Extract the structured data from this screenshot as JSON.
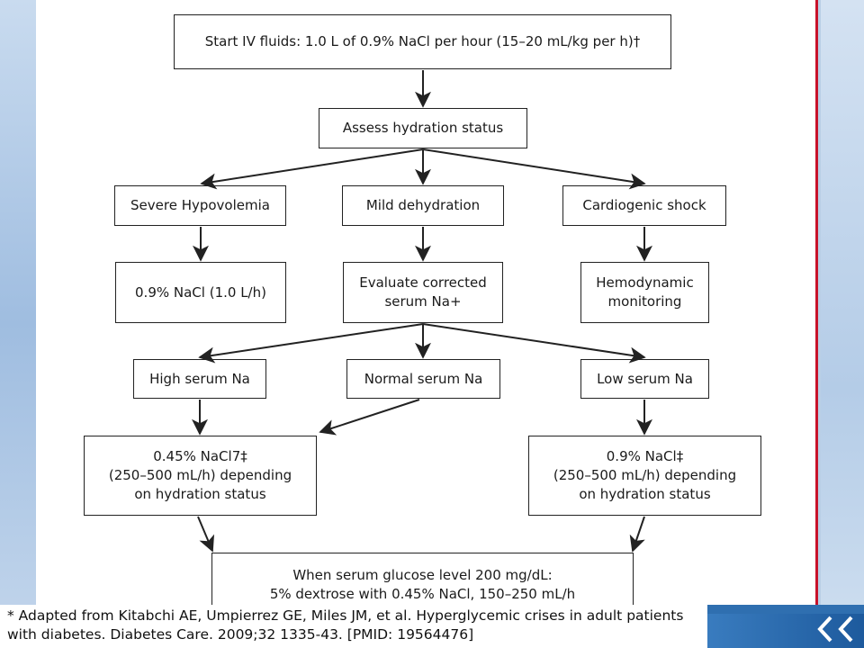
{
  "flowchart": {
    "start": "Start IV fluids: 1.0 L of 0.9% NaCl per hour (15–20 mL/kg per h)†",
    "assess": "Assess hydration status",
    "severe": "Severe Hypovolemia",
    "mild": "Mild dehydration",
    "cardio": "Cardiogenic shock",
    "nacl_1l": "0.9% NaCl (1.0 L/h)",
    "evaluate": "Evaluate corrected\nserum Na+",
    "hemo": "Hemodynamic\nmonitoring",
    "high_na": "High serum Na",
    "normal_na": "Normal serum Na",
    "low_na": "Low serum Na",
    "half_nacl": "0.45% NaCl7‡\n(250–500 mL/h) depending\non hydration status",
    "full_nacl": "0.9% NaCl‡\n(250–500 mL/h) depending\non hydration status",
    "glucose": "When serum glucose level 200 mg/dL:\n5% dextrose with 0.45% NaCl, 150–250 mL/h"
  },
  "footnote": {
    "line1": "* Adapted from Kitabchi AE, Umpierrez GE, Miles JM, et al. Hyperglycemic crises in adult patients",
    "line2": "with diabetes. Diabetes Care. 2009;32 1335-43. [PMID: 19564476]"
  },
  "colors": {
    "accent_red": "#c8122a",
    "bar_blue": "#2f6fb0",
    "chevron": "#ffffff"
  }
}
